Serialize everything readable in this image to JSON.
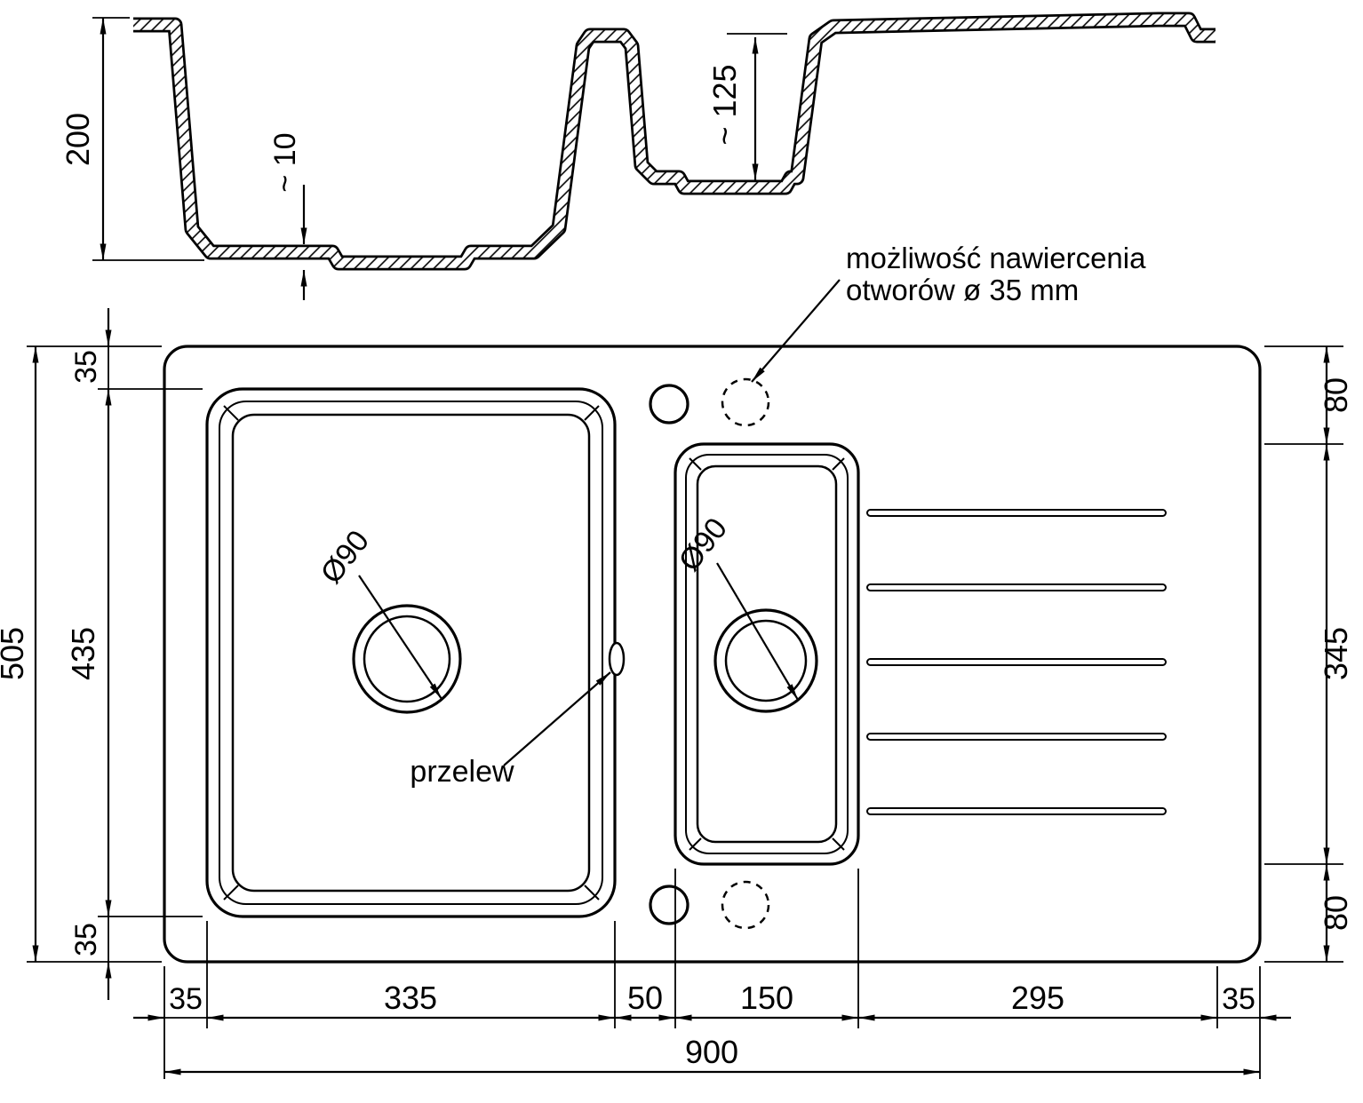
{
  "drawing": {
    "cross_section": {
      "depth": "200",
      "bottom_recess": "~ 10",
      "small_bowl_depth": "~ 125"
    },
    "plan": {
      "overall_width": "900",
      "overall_height": "505",
      "bowl_height": "435",
      "margin_top": "35",
      "margin_bottom": "35",
      "right_top": "80",
      "drainer_span": "345",
      "right_bottom": "80",
      "bottom_row": [
        "35",
        "335",
        "50",
        "150",
        "295",
        "35"
      ],
      "drain_left": "Ø90",
      "drain_right": "Ø90",
      "overflow": "przelew",
      "note_line1": "możliwość nawiercenia",
      "note_line2": "otworów ø 35 mm"
    },
    "colors": {
      "line": "#000000",
      "background": "#ffffff"
    }
  }
}
